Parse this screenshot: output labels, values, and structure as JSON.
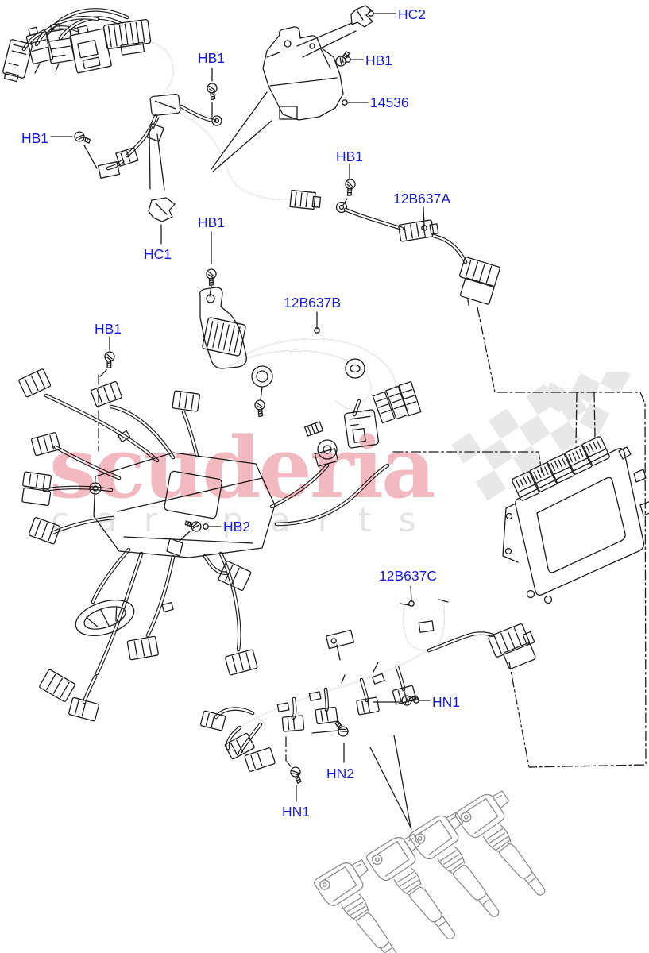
{
  "watermark": {
    "brand": "scuderia",
    "tagline": "car parts"
  },
  "colors": {
    "label_blue": "#1518e6",
    "arrow_red": "#ee1111",
    "line_black": "#1c1c1c",
    "coil_gray": "#8d8d8d",
    "watermark_pink": "#f2bac0",
    "watermark_gray": "#e8e8e8"
  },
  "labels": [
    {
      "id": "hc2",
      "text": "HC2"
    },
    {
      "id": "hb1-a",
      "text": "HB1"
    },
    {
      "id": "hb1-b",
      "text": "HB1"
    },
    {
      "id": "14536",
      "text": "14536"
    },
    {
      "id": "hb1-c",
      "text": "HB1"
    },
    {
      "id": "hb1-d",
      "text": "HB1"
    },
    {
      "id": "12b637a",
      "text": "12B637A"
    },
    {
      "id": "hb1-e",
      "text": "HB1"
    },
    {
      "id": "hc1",
      "text": "HC1"
    },
    {
      "id": "12b637b",
      "text": "12B637B"
    },
    {
      "id": "hb1-f",
      "text": "HB1"
    },
    {
      "id": "hb2",
      "text": "HB2"
    },
    {
      "id": "12b637c",
      "text": "12B637C"
    },
    {
      "id": "hn1-a",
      "text": "HN1"
    },
    {
      "id": "hn2",
      "text": "HN2"
    },
    {
      "id": "hn1-b",
      "text": "HN1"
    }
  ]
}
